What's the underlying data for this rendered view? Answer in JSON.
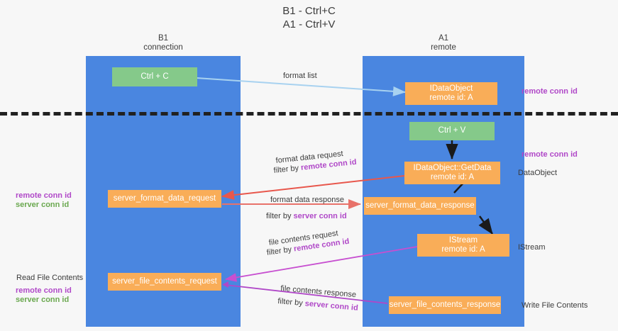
{
  "title": {
    "line1": "B1 - Ctrl+C",
    "line2": "A1 - Ctrl+V"
  },
  "columns": [
    {
      "name": "B1",
      "sub": "connection"
    },
    {
      "name": "A1",
      "sub": "remote"
    }
  ],
  "colors": {
    "lane": "#4a86e0",
    "green_box": "#85c98a",
    "orange_box": "#f9ad58",
    "remote_conn_id": "#b048c8",
    "server_conn_id": "#6aa84f",
    "arrow_format_list": "#a8d2f0",
    "arrow_format_request": "#e8574c",
    "arrow_format_response": "#e8726a",
    "arrow_file_request": "#c74fd0",
    "arrow_file_response": "#b048c8",
    "arrow_black": "#1a1a1a",
    "divider": "#212121"
  },
  "boxes": {
    "ctrl_c": "Ctrl + C",
    "ctrl_v": "Ctrl + V",
    "idataobject": {
      "line1": "IDataObject",
      "line2": "remote id: A"
    },
    "getdata": {
      "line1": "IDataObject::GetData",
      "line2": "remote id: A"
    },
    "istream": {
      "line1": "IStream",
      "line2": "remote id: A"
    },
    "server_format_data_request": "server_format_data_request",
    "server_format_data_response": "server_format_data_response",
    "server_file_contents_request": "server_file_contents_request",
    "server_file_contents_response": "server_file_contents_response"
  },
  "edges": {
    "format_list": "format list",
    "format_data_request": "format data request",
    "format_data_request_filter_prefix": "filter by ",
    "format_data_request_filter_key": "remote conn id",
    "format_data_response": "format data response",
    "format_data_response_filter_prefix": "filter by ",
    "format_data_response_filter_key": "server conn id",
    "file_contents_request": "file contents request",
    "file_contents_request_filter_prefix": "filter by ",
    "file_contents_request_filter_key": "remote conn id",
    "file_contents_response": "file contents response",
    "file_contents_response_filter_prefix": "filter by ",
    "file_contents_response_filter_key": "server conn id"
  },
  "annotations": {
    "right_remote_conn_id_top": "remote conn id",
    "right_remote_conn_id_mid": "remote conn id",
    "right_dataobject": "DataObject",
    "right_istream": "IStream",
    "right_write_file_contents": "Write File Contents",
    "left_remote_conn_id": "remote conn id",
    "left_server_conn_id": "server conn id",
    "left_read_file_contents": "Read File Contents",
    "left_remote_conn_id_2": "remote conn id",
    "left_server_conn_id_2": "server conn id"
  }
}
